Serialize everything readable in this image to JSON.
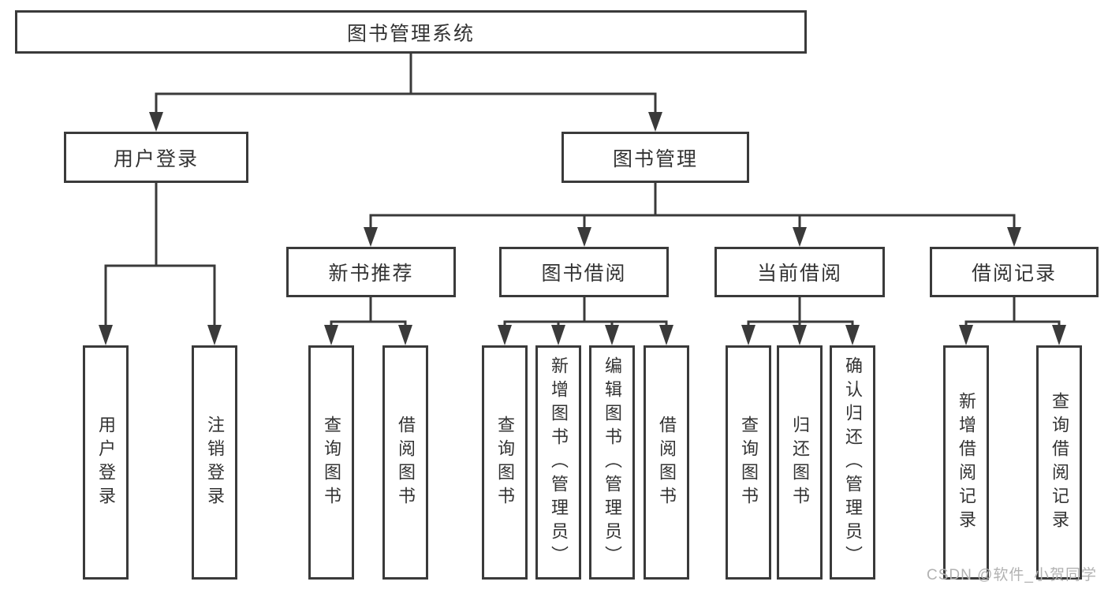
{
  "tree": {
    "label": "图书管理系统",
    "children": [
      {
        "label": "用户登录",
        "children": [
          {
            "label": "用户登录"
          },
          {
            "label": "注销登录"
          }
        ]
      },
      {
        "label": "图书管理",
        "children": [
          {
            "label": "新书推荐",
            "children": [
              {
                "label": "查询图书"
              },
              {
                "label": "借阅图书"
              }
            ]
          },
          {
            "label": "图书借阅",
            "children": [
              {
                "label": "查询图书"
              },
              {
                "label": "新增图书（管理员）"
              },
              {
                "label": "编辑图书（管理员）"
              },
              {
                "label": "借阅图书"
              }
            ]
          },
          {
            "label": "当前借阅",
            "children": [
              {
                "label": "查询图书"
              },
              {
                "label": "归还图书"
              },
              {
                "label": "确认归还（管理员）"
              }
            ]
          },
          {
            "label": "借阅记录",
            "children": [
              {
                "label": "新增借阅记录"
              },
              {
                "label": "查询借阅记录"
              }
            ]
          }
        ]
      }
    ]
  },
  "watermark": {
    "text": "CSDN @软件_小贺同学"
  },
  "colors": {
    "line": "#3a3a3a",
    "text": "#333333",
    "box_background": "#ffffff",
    "page_background": "#ffffff",
    "watermark": "#b2b2b2"
  }
}
